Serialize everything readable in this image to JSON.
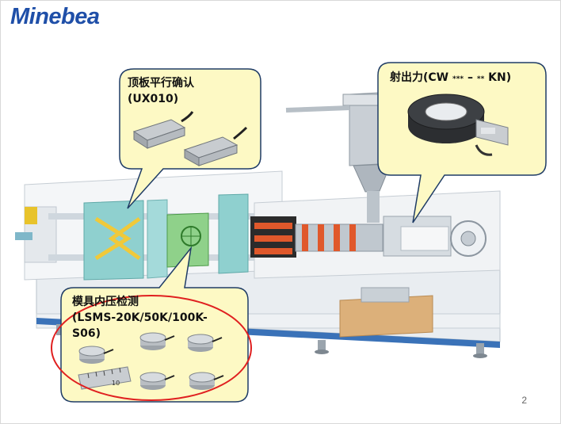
{
  "brand": {
    "logo_text": "Minebea"
  },
  "callouts": {
    "top_left": {
      "line1": "顶板平行确认",
      "line2": "(UX010)"
    },
    "top_right": {
      "label_prefix": "射出力(CW ",
      "label_stars1": "***",
      "label_mid": " – ",
      "label_stars2": "**",
      "label_suffix": " KN)"
    },
    "bottom_left": {
      "line1": "模具内压检测",
      "line2": "(LSMS-20K/50K/100K-",
      "line3": "S06)"
    }
  },
  "ruler": {
    "marks": "10"
  },
  "page": {
    "number": "2"
  },
  "colors": {
    "callout_fill": "#fdf9c4",
    "callout_border": "#1f3c66",
    "highlight_ellipse": "#e02020",
    "brand": "#1f4fa8"
  }
}
